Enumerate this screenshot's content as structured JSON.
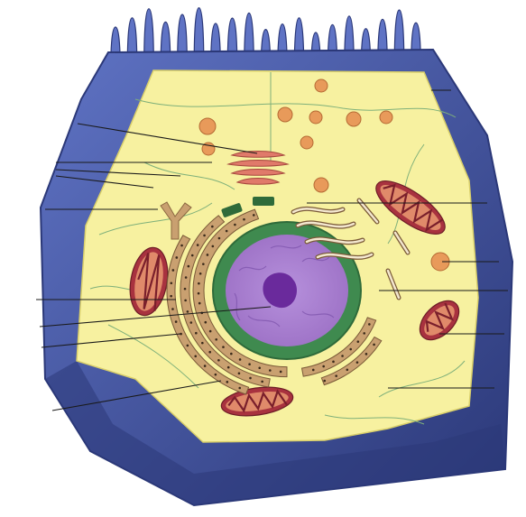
{
  "figure": {
    "subject": "animal-cell-cross-section",
    "colors": {
      "membrane_outer": "#3d4f9e",
      "membrane_light": "#5f73c4",
      "membrane_dark": "#2b3878",
      "cytoplasm": "#f7f1a0",
      "cytoskeleton": "#7fb07a",
      "nucleus": "#9b6fc4",
      "nucleolus": "#6a2a9c",
      "nuclear_envelope": "#3f8a4f",
      "er": "#c9a070",
      "mitochondrion": "#a8323f",
      "mito_inner": "#e08a6a",
      "golgi": "#e07a6a",
      "vesicle": "#e89a5a",
      "centriole": "#2f6b3a",
      "leader_line": "#1a1a1a"
    },
    "structures": [
      "microvilli",
      "plasma-membrane",
      "cytoplasm",
      "golgi-apparatus",
      "centrioles",
      "nucleus",
      "nucleolus",
      "nuclear-envelope",
      "rough-er",
      "smooth-er",
      "mitochondria",
      "vesicles",
      "lysosome"
    ],
    "label_count": 15
  }
}
